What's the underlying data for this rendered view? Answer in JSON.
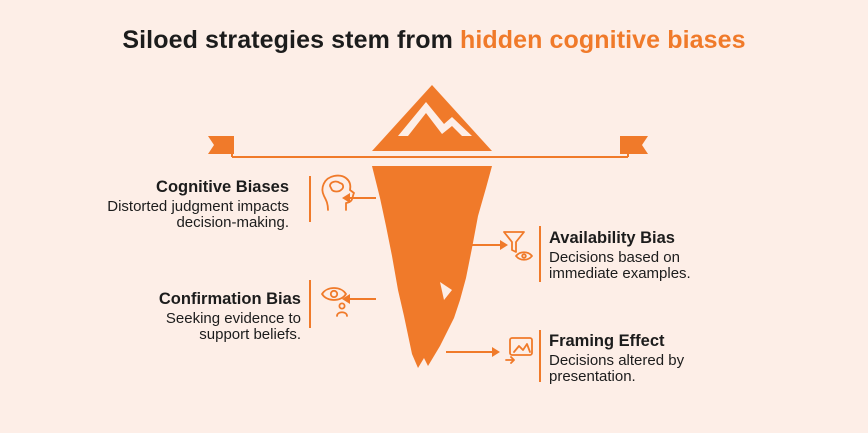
{
  "title": {
    "prefix": "Siloed strategies stem from ",
    "accent": "hidden cognitive biases"
  },
  "colors": {
    "accent": "#f07a2a",
    "background": "#fdeee7",
    "text": "#1c1c1c"
  },
  "items": [
    {
      "title": "Cognitive Biases",
      "desc_line1": "Distorted judgment impacts",
      "desc_line2": "decision-making.",
      "icon": "brain-head-icon"
    },
    {
      "title": "Availability Bias",
      "desc_line1": "Decisions based on",
      "desc_line2": "immediate examples.",
      "icon": "funnel-eye-icon"
    },
    {
      "title": "Confirmation Bias",
      "desc_line1": "Seeking evidence to",
      "desc_line2": "support beliefs.",
      "icon": "eye-person-icon"
    },
    {
      "title": "Framing Effect",
      "desc_line1": "Decisions altered by",
      "desc_line2": "presentation.",
      "icon": "framed-picture-icon"
    }
  ]
}
